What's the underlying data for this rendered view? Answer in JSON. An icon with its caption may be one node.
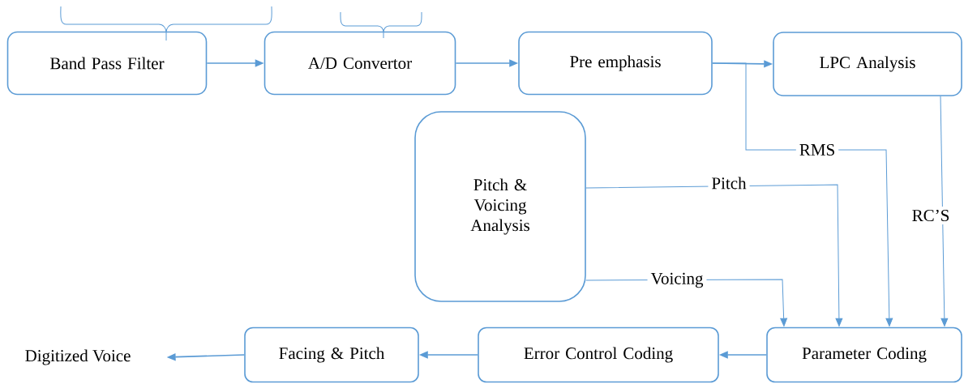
{
  "diagram": {
    "nodes": [
      {
        "text": [
          "Band Pass Filter"
        ]
      },
      {
        "text": [
          "A/D Convertor"
        ]
      },
      {
        "text": [
          "Pre emphasis"
        ]
      },
      {
        "text": [
          "LPC Analysis"
        ]
      },
      {
        "text": [
          "Pitch & Voicing Analysis"
        ]
      },
      {
        "text": [
          "Parameter Coding"
        ]
      },
      {
        "text": [
          "Error Control Coding"
        ]
      },
      {
        "text": [
          "Facing & Pitch"
        ]
      },
      {
        "text": [
          "Digitized Voice"
        ]
      }
    ],
    "edges": [
      {
        "from": 0,
        "to": 1,
        "arrow": "to"
      },
      {
        "from": 1,
        "to": 2,
        "arrow": "to"
      },
      {
        "from": 2,
        "to": 3,
        "arrow": "to"
      },
      {
        "from": 2,
        "to": 5,
        "arrow": "to",
        "label": "RMS"
      },
      {
        "from": 4,
        "to": 5,
        "arrow": "to",
        "label": "Pitch"
      },
      {
        "from": 4,
        "to": 5,
        "arrow": "to",
        "label": "Voicing"
      },
      {
        "from": 3,
        "to": 5,
        "arrow": "to",
        "label": "RC’S"
      },
      {
        "from": 5,
        "to": 6,
        "arrow": "to"
      },
      {
        "from": 6,
        "to": 7,
        "arrow": "to"
      },
      {
        "from": 7,
        "to": 8,
        "arrow": "to"
      }
    ]
  }
}
